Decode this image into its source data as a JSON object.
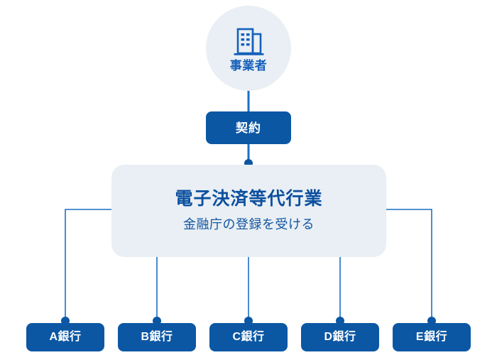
{
  "diagram": {
    "actor": {
      "label": "事業者",
      "icon": "office-building-icon"
    },
    "contract": {
      "label": "契約"
    },
    "main": {
      "title": "電子決済等代行業",
      "subtitle": "金融庁の登録を受ける"
    },
    "banks": [
      {
        "label": "A銀行"
      },
      {
        "label": "B銀行"
      },
      {
        "label": "C銀行"
      },
      {
        "label": "D銀行"
      },
      {
        "label": "E銀行"
      }
    ],
    "colors": {
      "primary_blue": "#0b57a4",
      "dark_blue_text": "#0b4f9e",
      "medium_blue_text": "#1560ba",
      "panel_bg": "#e9eff4",
      "connector_line": "#1a6fc4",
      "connector_dot": "#0b57a4",
      "page_bg": "#ffffff"
    }
  }
}
